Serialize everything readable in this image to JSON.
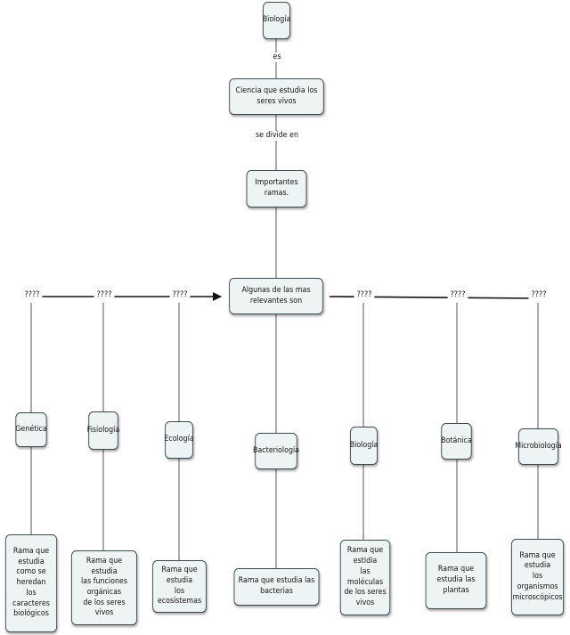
{
  "nodes": {
    "biologia_top": "Biología",
    "ciencia": "Ciencia que estudia los seres vivos",
    "importantes": "Importantes ramas.",
    "relevantes": "Algunas de las mas relevantes son",
    "genetica": "Genética",
    "fisiologia": "Fisiología",
    "ecologia": "Ecología",
    "bacteriologia": "Bacteriología",
    "biologia2": "Biología",
    "botanica": "Botánica",
    "microbiologia": "Microbiología",
    "desc_genetica": "Rama que estudia\ncomo se heredan\nlos caracteres\nbiológicos",
    "desc_fisiologia": "Rama que estudia\nlas funciones orgánicas\nde los seres vivos",
    "desc_ecologia": "Rama que estudia\nlos ecosistemas",
    "desc_bacteriologia": "Rama que estudia las bacterias",
    "desc_biologia2": "Rama que estidia\nlas moléculas\nde los seres vivos",
    "desc_botanica": "Rama que estudia las\nplantas",
    "desc_microbiologia": "Rama que estudia\nlos organismos\nmicroscópicos"
  },
  "links": {
    "es": "es",
    "se_divide_en": "se divide en",
    "q1": "????",
    "q2": "????",
    "q3": "????",
    "q4": "????",
    "q5": "????",
    "q6": "????"
  }
}
